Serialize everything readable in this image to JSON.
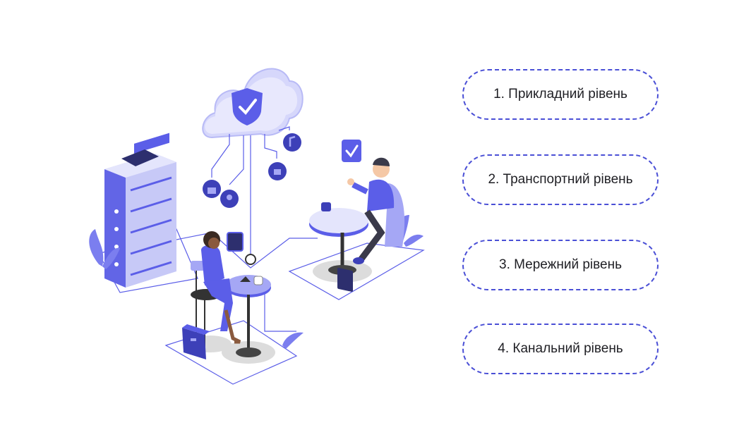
{
  "colors": {
    "accent": "#5b5ee8",
    "accent_light": "#a5a7f5",
    "border": "#4a4fd6",
    "text": "#1f1f24"
  },
  "illustration": {
    "icons": [
      "cloud-shield-icon",
      "checkmark-icon",
      "lock-icon",
      "music-note-icon",
      "server-rack-icon",
      "laptop-icon",
      "coffee-cup-icon",
      "briefcase-icon",
      "plant-icon"
    ]
  },
  "layers": [
    {
      "label": "1. Прикладний рівень"
    },
    {
      "label": "2. Транспортний рівень"
    },
    {
      "label": "3. Мережний рівень"
    },
    {
      "label": "4. Канальний рівень"
    }
  ]
}
